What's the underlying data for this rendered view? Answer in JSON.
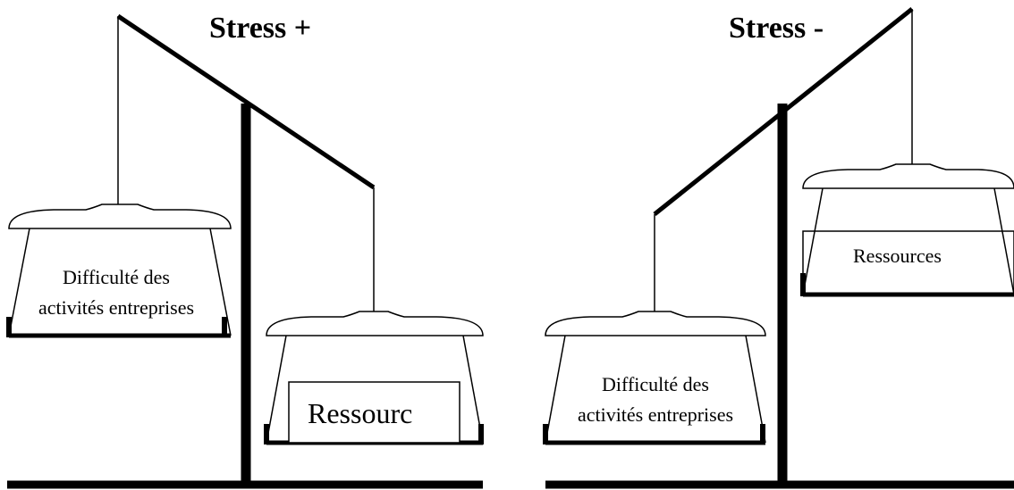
{
  "scale_left": {
    "title": "Stress +",
    "left_pan_label_line1": "Difficulté des",
    "left_pan_label_line2": "activités entreprises",
    "right_pan_label": "Ressourc"
  },
  "scale_right": {
    "title": "Stress -",
    "left_pan_label_line1": "Difficulté des",
    "left_pan_label_line2": "activités entreprises",
    "right_pan_label": "Ressources"
  },
  "colors": {
    "ink": "#000000",
    "background": "#ffffff"
  }
}
